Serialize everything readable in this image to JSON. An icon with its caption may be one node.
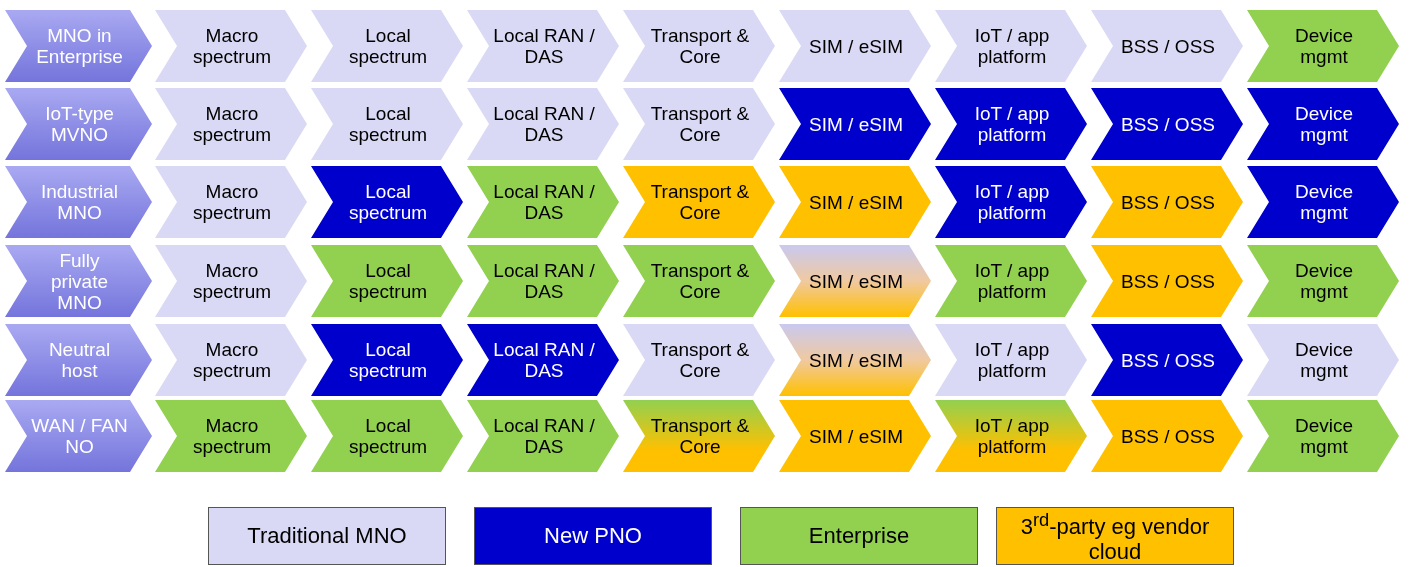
{
  "diagram": {
    "nodes": [
      {
        "text": [
          "MNO in Enterprise"
        ]
      },
      {
        "text": [
          "Macro spectrum"
        ]
      },
      {
        "text": [
          "Local spectrum"
        ]
      },
      {
        "text": [
          "Local RAN / DAS"
        ]
      },
      {
        "text": [
          "Transport & Core"
        ]
      },
      {
        "text": [
          "SIM / eSIM"
        ]
      },
      {
        "text": [
          "IoT / app platform"
        ]
      },
      {
        "text": [
          "BSS / OSS"
        ]
      },
      {
        "text": [
          "Device mgmt"
        ]
      },
      {
        "text": [
          "IoT-type MVNO"
        ]
      },
      {
        "text": [
          "Macro spectrum"
        ]
      },
      {
        "text": [
          "Local spectrum"
        ]
      },
      {
        "text": [
          "Local RAN / DAS"
        ]
      },
      {
        "text": [
          "Transport & Core"
        ]
      },
      {
        "text": [
          "SIM / eSIM"
        ]
      },
      {
        "text": [
          "IoT / app platform"
        ]
      },
      {
        "text": [
          "BSS / OSS"
        ]
      },
      {
        "text": [
          "Device mgmt"
        ]
      },
      {
        "text": [
          "Industrial MNO"
        ]
      },
      {
        "text": [
          "Macro spectrum"
        ]
      },
      {
        "text": [
          "Local spectrum"
        ]
      },
      {
        "text": [
          "Local RAN / DAS"
        ]
      },
      {
        "text": [
          "Transport & Core"
        ]
      },
      {
        "text": [
          "SIM / eSIM"
        ]
      },
      {
        "text": [
          "IoT / app platform"
        ]
      },
      {
        "text": [
          "BSS / OSS"
        ]
      },
      {
        "text": [
          "Device mgmt"
        ]
      },
      {
        "text": [
          "Fully private MNO"
        ]
      },
      {
        "text": [
          "Macro spectrum"
        ]
      },
      {
        "text": [
          "Local spectrum"
        ]
      },
      {
        "text": [
          "Local RAN / DAS"
        ]
      },
      {
        "text": [
          "Transport & Core"
        ]
      },
      {
        "text": [
          "SIM / eSIM"
        ]
      },
      {
        "text": [
          "IoT / app platform"
        ]
      },
      {
        "text": [
          "BSS / OSS"
        ]
      },
      {
        "text": [
          "Device mgmt"
        ]
      },
      {
        "text": [
          "Neutral host"
        ]
      },
      {
        "text": [
          "Macro spectrum"
        ]
      },
      {
        "text": [
          "Local spectrum"
        ]
      },
      {
        "text": [
          "Local RAN / DAS"
        ]
      },
      {
        "text": [
          "Transport & Core"
        ]
      },
      {
        "text": [
          "SIM / eSIM"
        ]
      },
      {
        "text": [
          "IoT / app platform"
        ]
      },
      {
        "text": [
          "BSS / OSS"
        ]
      },
      {
        "text": [
          "Device mgmt"
        ]
      },
      {
        "text": [
          "WAN / FAN NO"
        ]
      },
      {
        "text": [
          "Macro spectrum"
        ]
      },
      {
        "text": [
          "Local spectrum"
        ]
      },
      {
        "text": [
          "Local RAN / DAS"
        ]
      },
      {
        "text": [
          "Transport & Core"
        ]
      },
      {
        "text": [
          "SIM / eSIM"
        ]
      },
      {
        "text": [
          "IoT / app platform"
        ]
      },
      {
        "text": [
          "BSS / OSS"
        ]
      },
      {
        "text": [
          "Device mgmt"
        ]
      }
    ],
    "legend": [
      {
        "text": "Traditional MNO",
        "color": "#d9d9f5"
      },
      {
        "text": "New PNO",
        "color": "#0000cc"
      },
      {
        "text": "Enterprise",
        "color": "#92d050"
      },
      {
        "text": "3$^{rd}$-party eg vendor cloud",
        "color": "#ffc000"
      }
    ]
  }
}
